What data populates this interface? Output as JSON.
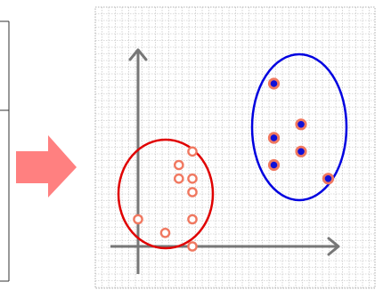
{
  "colors": {
    "background": "#ffffff",
    "panel_border": "#333333",
    "grid_line": "#b8b8b8",
    "grid_border": "#999999",
    "axis": "#777777",
    "arrow": "#ff8080",
    "cluster_a_outline": "#e00000",
    "cluster_b_outline": "#0000e0",
    "point_ring": "#f07860",
    "point_fill_a": "#ffffff",
    "point_fill_b": "#1010d8"
  },
  "icons": {
    "transition": "right-arrow-icon"
  },
  "chart_data": {
    "type": "scatter",
    "grid": true,
    "series": [
      {
        "values": [
          [
            0,
            1
          ],
          [
            1,
            0.5
          ],
          [
            2,
            0
          ],
          [
            2,
            1
          ],
          [
            2,
            2
          ],
          [
            2,
            2.5
          ],
          [
            1.5,
            2.5
          ],
          [
            1.5,
            3
          ],
          [
            2,
            3.5
          ]
        ]
      },
      {
        "values": [
          [
            5,
            6
          ],
          [
            5,
            4
          ],
          [
            5,
            4
          ],
          [
            6,
            4.5
          ],
          [
            5,
            3
          ],
          [
            6,
            3.5
          ],
          [
            7,
            2.5
          ]
        ]
      }
    ]
  }
}
